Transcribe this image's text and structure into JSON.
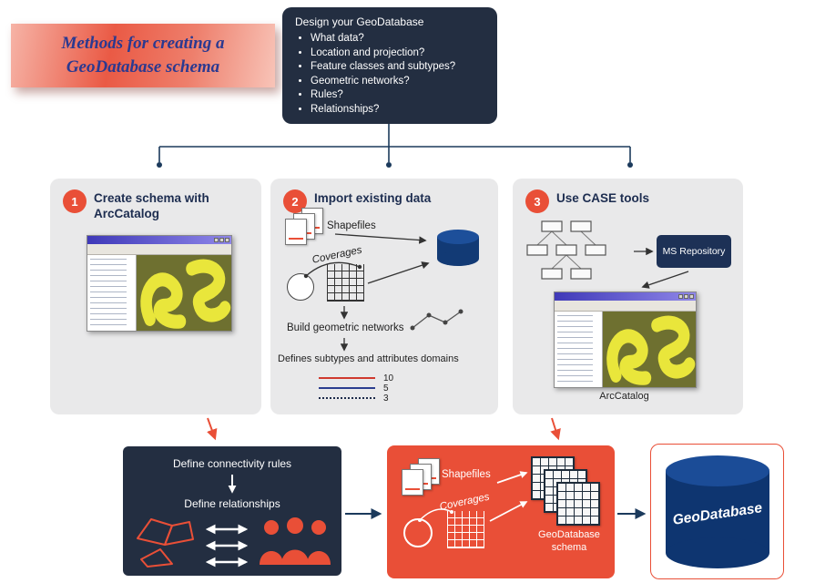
{
  "banner": {
    "text": "Methods for creating a GeoDatabase schema"
  },
  "design_box": {
    "title": "Design your GeoDatabase",
    "bullets": [
      "What data?",
      "Location and projection?",
      "Feature classes and subtypes?",
      "Geometric networks?",
      "Rules?",
      "Relationships?"
    ]
  },
  "panels": {
    "one": {
      "badge": "1",
      "title": "Create schema with ArcCatalog"
    },
    "two": {
      "badge": "2",
      "title": "Import existing data",
      "shapefiles_label": "Shapefiles",
      "coverages_label": "Coverages",
      "build_label": "Build geometric networks",
      "defines_label": "Defines subtypes and attributes domains",
      "legend": [
        {
          "label": "10"
        },
        {
          "label": "5"
        },
        {
          "label": "3"
        }
      ]
    },
    "three": {
      "badge": "3",
      "title": "Use CASE tools",
      "repository_label": "MS Repository",
      "caption": "ArcCatalog"
    }
  },
  "rules_box": {
    "step1": "Define connectivity rules",
    "step2": "Define relationships"
  },
  "schema_box": {
    "shapefiles_label": "Shapefiles",
    "coverages_label": "Coverages",
    "caption": "GeoDatabase schema"
  },
  "geodatabase_box": {
    "label": "GeoDatabase"
  },
  "colors": {
    "accent": "#e94f37",
    "navy_box": "#232e41",
    "connector": "#1b3a5c",
    "cylinder": "#0e3570",
    "panel_bg": "#e9e9ea",
    "title_text": "#2b3990"
  }
}
